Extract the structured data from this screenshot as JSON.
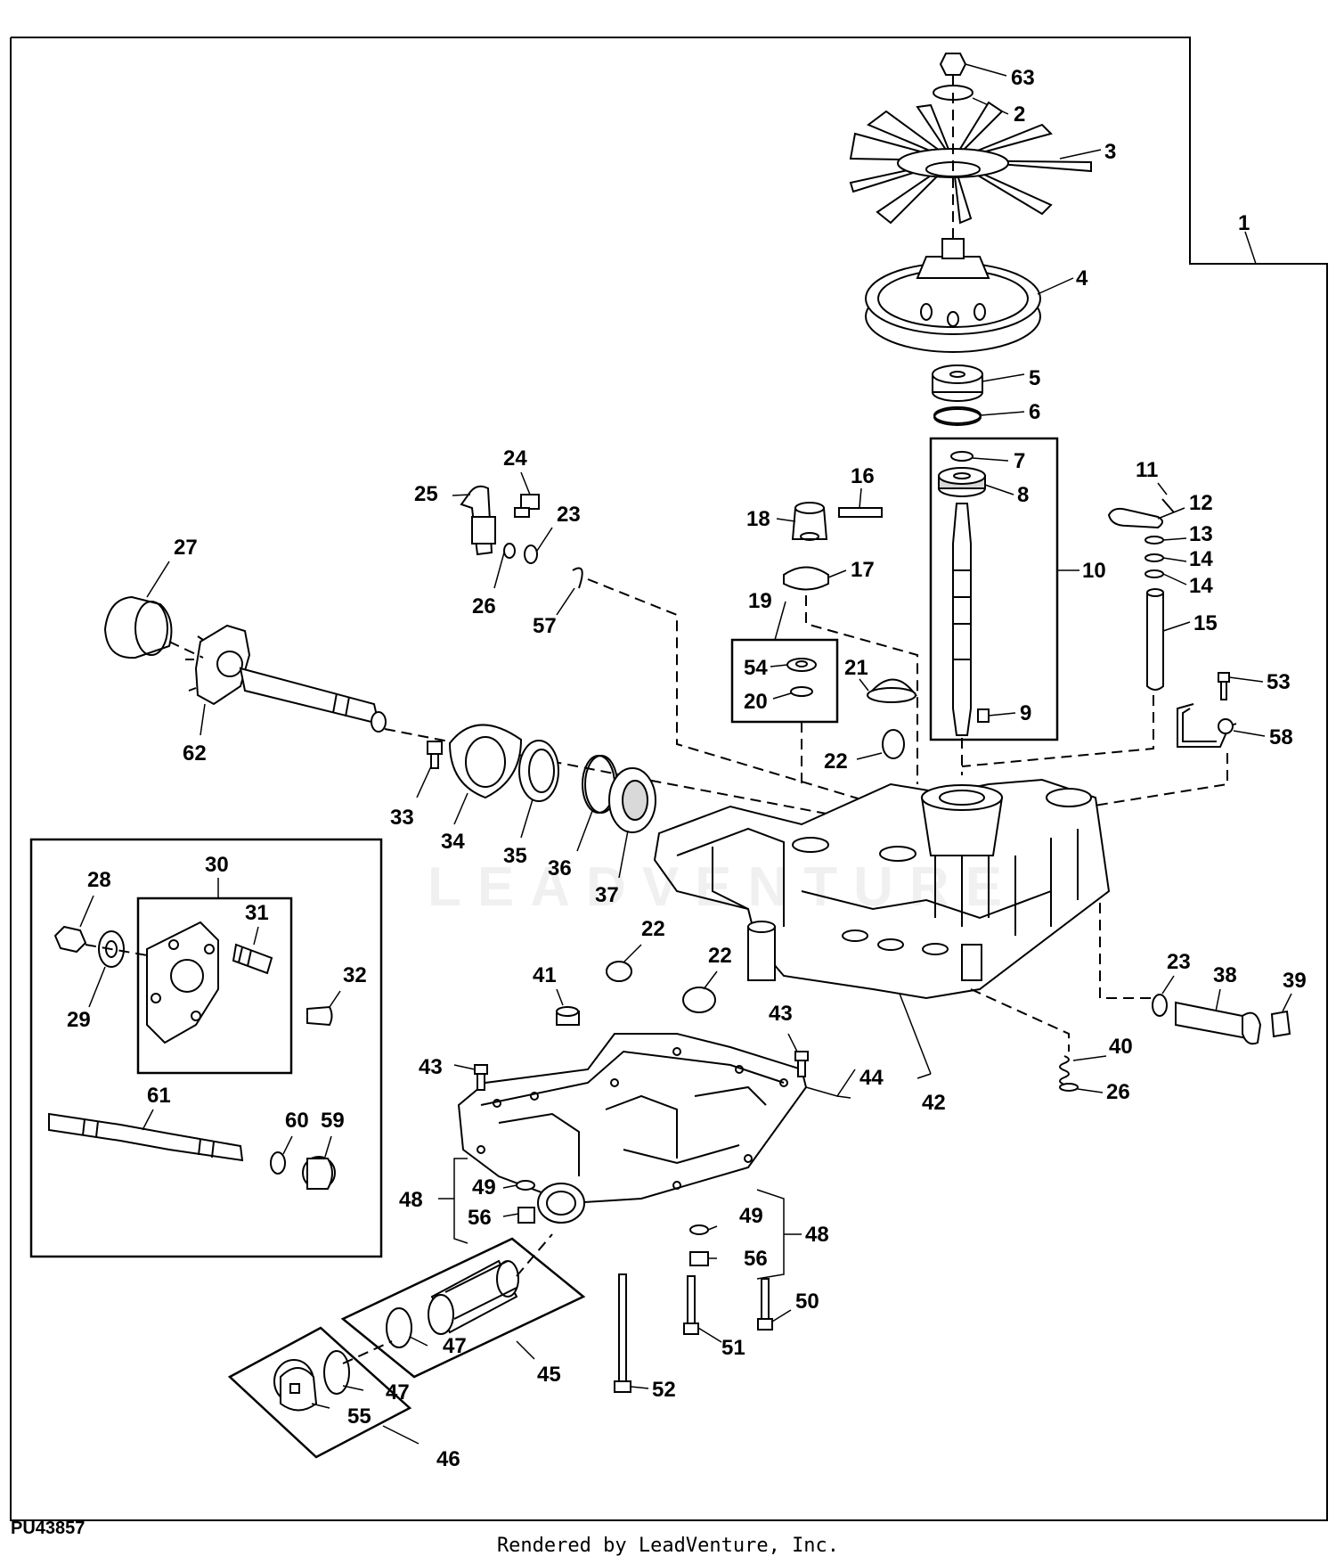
{
  "diagram": {
    "code": "PU43857",
    "credit": "Rendered by LeadVenture, Inc.",
    "watermark": "LEADVENTURE",
    "callouts": [
      "1",
      "2",
      "3",
      "4",
      "5",
      "6",
      "7",
      "8",
      "9",
      "10",
      "11",
      "12",
      "13",
      "14",
      "14",
      "15",
      "16",
      "17",
      "18",
      "19",
      "20",
      "21",
      "22",
      "22",
      "22",
      "23",
      "23",
      "24",
      "25",
      "26",
      "26",
      "27",
      "28",
      "29",
      "30",
      "31",
      "32",
      "33",
      "34",
      "35",
      "36",
      "37",
      "38",
      "39",
      "40",
      "41",
      "42",
      "43",
      "43",
      "44",
      "45",
      "46",
      "47",
      "47",
      "48",
      "48",
      "49",
      "49",
      "50",
      "51",
      "52",
      "53",
      "54",
      "55",
      "56",
      "56",
      "57",
      "58",
      "59",
      "60",
      "61",
      "62",
      "63"
    ]
  }
}
